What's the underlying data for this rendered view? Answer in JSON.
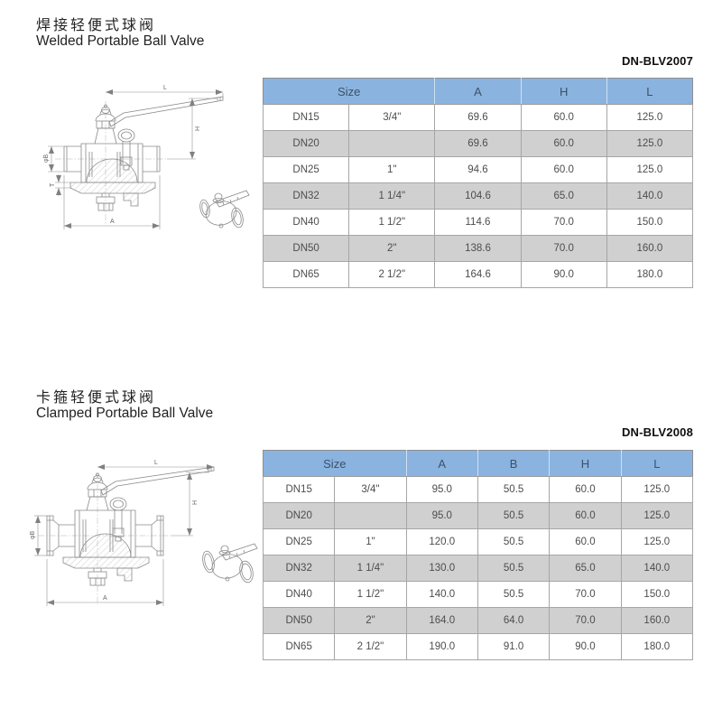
{
  "colors": {
    "header_bg": "#8bb3df",
    "header_text": "#3c5168",
    "shaded_row_bg": "#d0d0d0",
    "cell_text": "#4d4d4d",
    "table_border": "#8f8f8f"
  },
  "sections": [
    {
      "title_zh": "焊接轻便式球阀",
      "title_en": "Welded Portable Ball Valve",
      "model": "DN-BLV2007",
      "drawing": {
        "dim_top": "L",
        "dim_right": "H",
        "dim_left": "φB",
        "dim_thickness": "T",
        "dim_bottom": "A"
      },
      "table": {
        "size_header": "Size",
        "value_headers": [
          "A",
          "H",
          "L"
        ],
        "rows": [
          {
            "dn": "DN15",
            "inch": "3/4\"",
            "v": [
              "69.6",
              "60.0",
              "125.0"
            ]
          },
          {
            "dn": "DN20",
            "inch": "",
            "v": [
              "69.6",
              "60.0",
              "125.0"
            ]
          },
          {
            "dn": "DN25",
            "inch": "1\"",
            "v": [
              "94.6",
              "60.0",
              "125.0"
            ]
          },
          {
            "dn": "DN32",
            "inch": "1 1/4\"",
            "v": [
              "104.6",
              "65.0",
              "140.0"
            ]
          },
          {
            "dn": "DN40",
            "inch": "1 1/2\"",
            "v": [
              "114.6",
              "70.0",
              "150.0"
            ]
          },
          {
            "dn": "DN50",
            "inch": "2\"",
            "v": [
              "138.6",
              "70.0",
              "160.0"
            ]
          },
          {
            "dn": "DN65",
            "inch": "2 1/2\"",
            "v": [
              "164.6",
              "90.0",
              "180.0"
            ]
          }
        ]
      }
    },
    {
      "title_zh": "卡箍轻便式球阀",
      "title_en": "Clamped Portable Ball Valve",
      "model": "DN-BLV2008",
      "drawing": {
        "dim_top": "L",
        "dim_right": "H",
        "dim_left": "φB",
        "dim_bottom": "A"
      },
      "table": {
        "size_header": "Size",
        "value_headers": [
          "A",
          "B",
          "H",
          "L"
        ],
        "rows": [
          {
            "dn": "DN15",
            "inch": "3/4\"",
            "v": [
              "95.0",
              "50.5",
              "60.0",
              "125.0"
            ]
          },
          {
            "dn": "DN20",
            "inch": "",
            "v": [
              "95.0",
              "50.5",
              "60.0",
              "125.0"
            ]
          },
          {
            "dn": "DN25",
            "inch": "1\"",
            "v": [
              "120.0",
              "50.5",
              "60.0",
              "125.0"
            ]
          },
          {
            "dn": "DN32",
            "inch": "1 1/4\"",
            "v": [
              "130.0",
              "50.5",
              "65.0",
              "140.0"
            ]
          },
          {
            "dn": "DN40",
            "inch": "1 1/2\"",
            "v": [
              "140.0",
              "50.5",
              "70.0",
              "150.0"
            ]
          },
          {
            "dn": "DN50",
            "inch": "2\"",
            "v": [
              "164.0",
              "64.0",
              "70.0",
              "160.0"
            ]
          },
          {
            "dn": "DN65",
            "inch": "2 1/2\"",
            "v": [
              "190.0",
              "91.0",
              "90.0",
              "180.0"
            ]
          }
        ]
      }
    }
  ]
}
